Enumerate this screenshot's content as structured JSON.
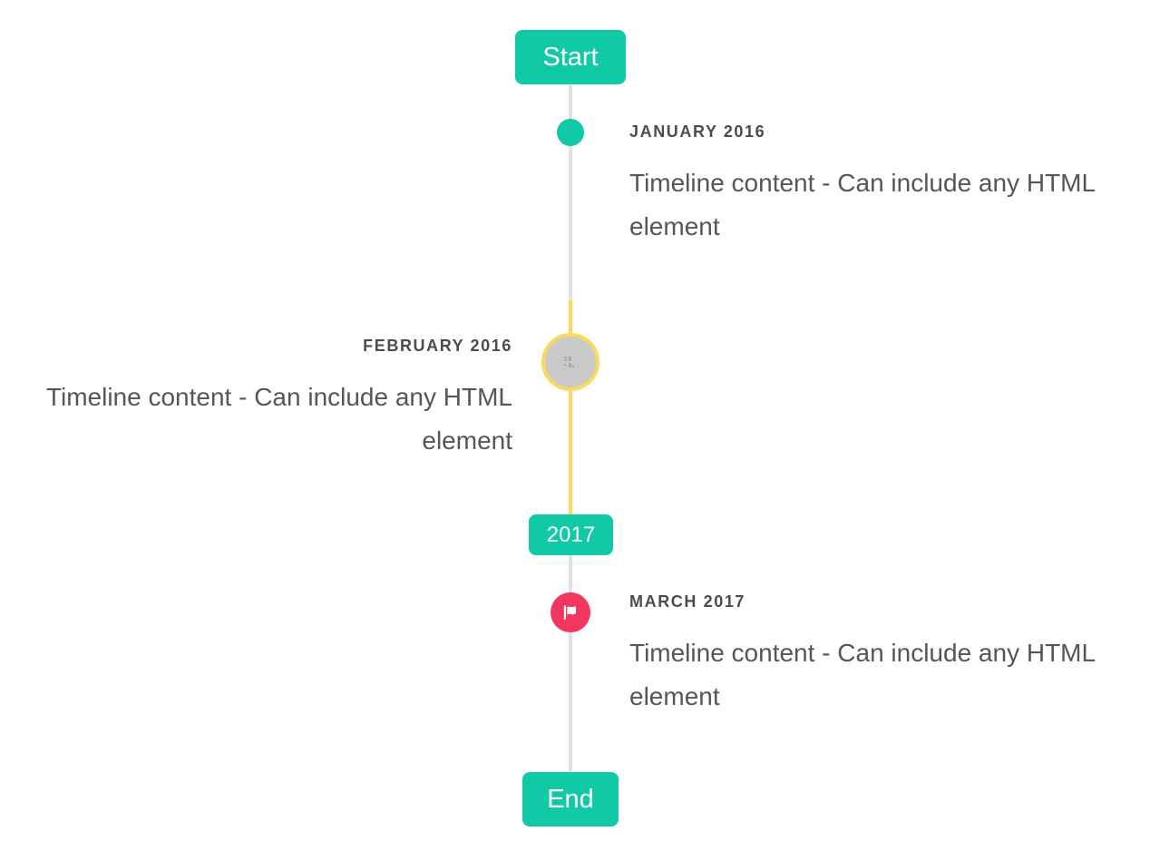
{
  "timeline": {
    "start_badge": "Start",
    "year_badge": "2017",
    "end_badge": "End",
    "entries": [
      {
        "date": "JANUARY 2016",
        "content": "Timeline content - Can include any HTML element",
        "side": "right",
        "marker": "teal-dot"
      },
      {
        "date": "FEBRUARY 2016",
        "content": "Timeline content - Can include any HTML element",
        "side": "left",
        "marker": "broken-image"
      },
      {
        "date": "MARCH 2017",
        "content": "Timeline content - Can include any HTML element",
        "side": "right",
        "marker": "flag"
      }
    ],
    "icons": {
      "entry_2_marker": "broken-image-icon",
      "entry_3_marker": "flag-icon"
    },
    "colors": {
      "accent": "#10c9a6",
      "highlight": "#fbd95d",
      "danger": "#f2365f",
      "line": "#e2e2e4",
      "label_text": "#4c4c4e",
      "content_text": "#565656",
      "marker_fill": "#c9c9c9"
    }
  }
}
